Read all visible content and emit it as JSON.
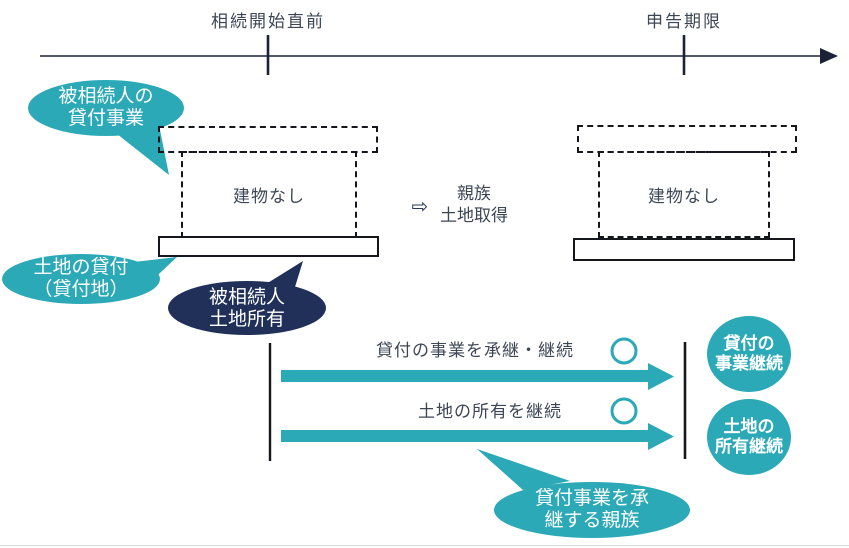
{
  "timeline": {
    "start_label": "相続開始直前",
    "deadline_label": "申告期限"
  },
  "properties": {
    "left_building_label": "建物なし",
    "right_building_label": "建物なし"
  },
  "transfer": {
    "arrow_glyph": "⇨",
    "line1": "親族",
    "line2": "土地取得"
  },
  "bubbles": {
    "decedent_business": {
      "line1": "被相続人の",
      "line2": "貸付事業"
    },
    "land_lease": {
      "line1": "土地の貸付",
      "line2": "（貸付地）"
    },
    "decedent_ownership": {
      "line1": "被相続人",
      "line2": "土地所有"
    },
    "heir": {
      "line1": "貸付事業を承",
      "line2": "継する親族"
    }
  },
  "conditions": [
    {
      "label": "貸付の事業を承継・継続",
      "mark": "○",
      "badge_line1": "貸付の",
      "badge_line2": "事業継続"
    },
    {
      "label": "土地の所有を継続",
      "mark": "○",
      "badge_line1": "土地の",
      "badge_line2": "所有継続"
    }
  ],
  "colors": {
    "teal": "#2ba9b6",
    "navy": "#203058",
    "line_dark": "#1b2235",
    "text_dark": "#3d4654"
  }
}
